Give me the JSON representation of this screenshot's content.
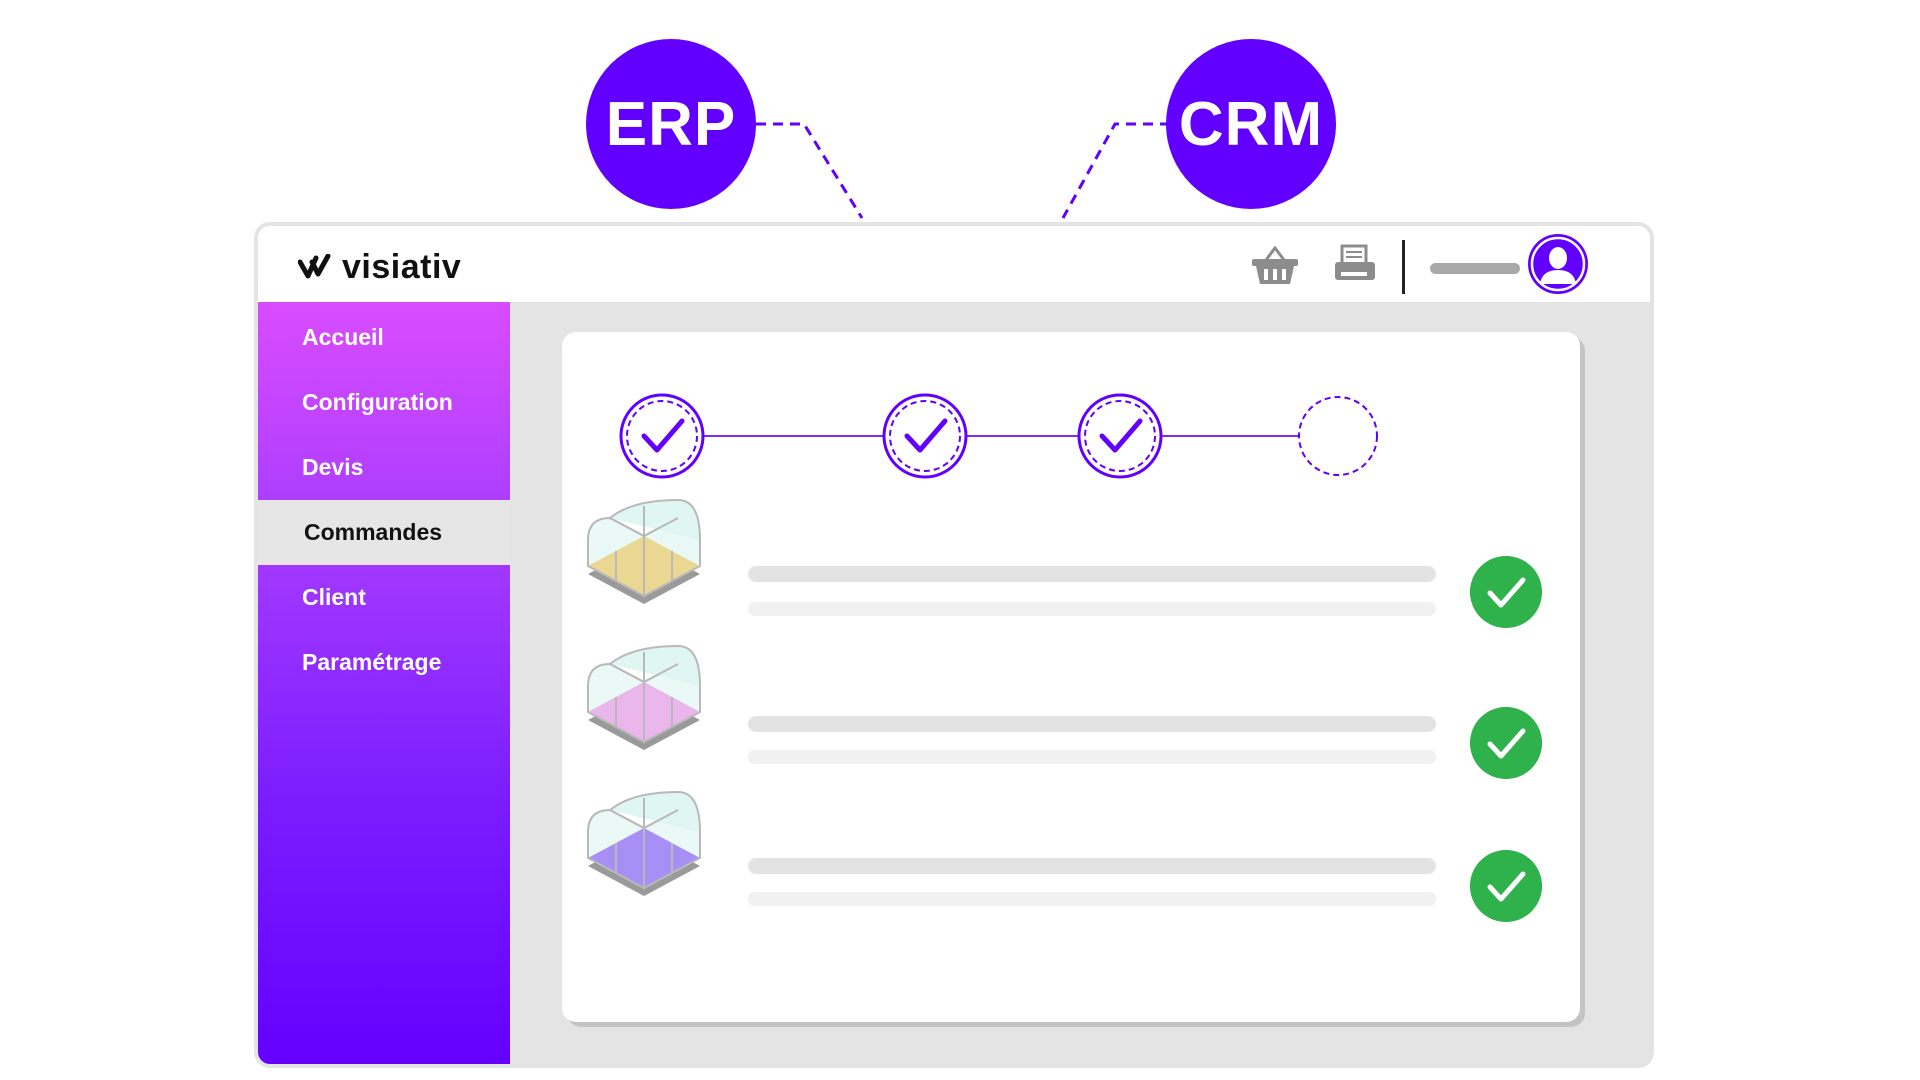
{
  "integrations": [
    {
      "label": "ERP"
    },
    {
      "label": "CRM"
    }
  ],
  "brand": {
    "name": "visiativ"
  },
  "toolbar": {
    "icons": [
      "basket-icon",
      "printer-icon",
      "user-avatar-icon"
    ]
  },
  "sidebar": {
    "items": [
      {
        "label": "Accueil",
        "active": false
      },
      {
        "label": "Configuration",
        "active": false
      },
      {
        "label": "Devis",
        "active": false
      },
      {
        "label": "Commandes",
        "active": true
      },
      {
        "label": "Client",
        "active": false
      },
      {
        "label": "Paramétrage",
        "active": false
      }
    ]
  },
  "stepper": {
    "steps": [
      {
        "completed": true
      },
      {
        "completed": true
      },
      {
        "completed": true
      },
      {
        "completed": false
      }
    ]
  },
  "orders": [
    {
      "floor_color": "#ffb41f",
      "status": "validated"
    },
    {
      "floor_color": "#ff6ae6",
      "status": "validated"
    },
    {
      "floor_color": "#6a16ff",
      "status": "validated"
    }
  ],
  "colors": {
    "accent": "#6200ff",
    "success": "#2fb24c",
    "sidebar_top": "#d94cff",
    "sidebar_bottom": "#6400ff"
  }
}
